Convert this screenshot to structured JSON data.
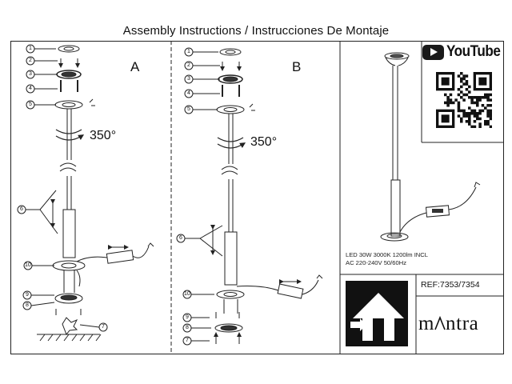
{
  "header": {
    "title": "Assembly Instructions / Instrucciones De Montaje"
  },
  "panels": {
    "a": {
      "letter": "A",
      "rotation": "350°",
      "callouts": [
        "1",
        "2",
        "3",
        "4",
        "5",
        "6",
        "10",
        "9",
        "8",
        "7"
      ]
    },
    "b": {
      "letter": "B",
      "rotation": "350°",
      "callouts": [
        "1",
        "2",
        "3",
        "4",
        "5",
        "6",
        "10",
        "9",
        "8",
        "7"
      ]
    }
  },
  "youtube": {
    "label": "YouTube"
  },
  "specs": {
    "line1": "LED    30W  3000K 1200lm  INCL",
    "line2": "AC 220-240V  50/60Hz"
  },
  "reference": {
    "text": "REF:7353/7354"
  },
  "brand": {
    "name_prefix": "m",
    "name_suffix": "ntra"
  },
  "colors": {
    "line": "#222222",
    "fill_dark": "#333333"
  }
}
